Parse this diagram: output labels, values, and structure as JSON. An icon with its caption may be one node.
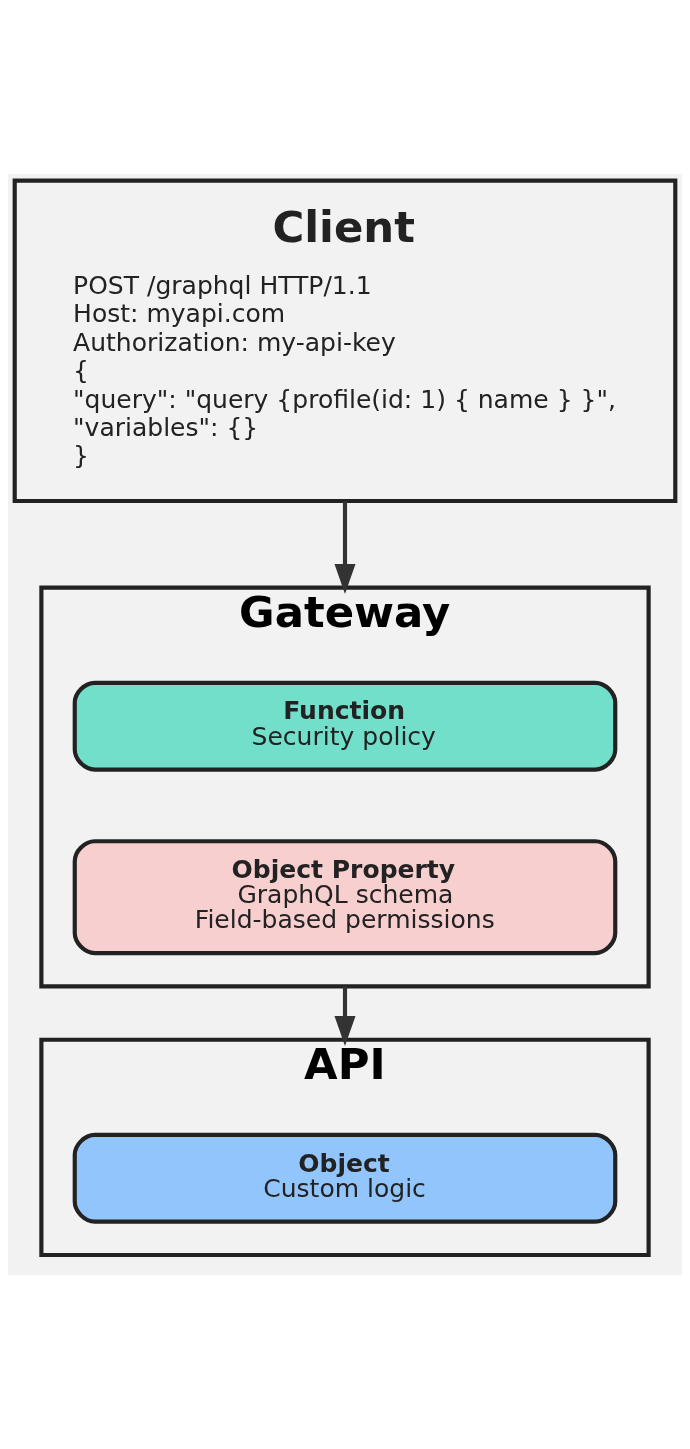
{
  "diagram": {
    "nodes": [
      {
        "text": [
          "Client",
          "POST /graphql HTTP/1.1",
          "Host: myapi.com",
          "Authorization: my-api-key",
          "{",
          "\"query\": \"query {profile(id: 1) { name } }\",",
          "\"variables\": {}",
          "}"
        ]
      },
      {
        "text": [
          "Gateway"
        ]
      },
      {
        "text": [
          "Function",
          "Security policy"
        ],
        "in": 1
      },
      {
        "text": [
          "Object Property",
          "GraphQL schema",
          "Field-based permissions"
        ],
        "in": 1
      },
      {
        "text": [
          "API"
        ]
      },
      {
        "text": [
          "Object",
          "Custom logic"
        ],
        "in": 4
      }
    ],
    "edges": [
      {
        "from": 0,
        "to": 1,
        "arrow": "to"
      },
      {
        "from": 1,
        "to": 4,
        "arrow": "to"
      }
    ]
  }
}
